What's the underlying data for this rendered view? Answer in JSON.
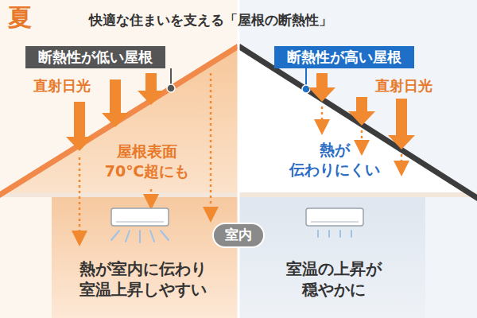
{
  "diagram": {
    "title": "快適な住まいを支える「屋根の断熱性」",
    "nodes": [
      {
        "text": [
          "断熱性が低い屋根"
        ]
      },
      {
        "text": [
          "断熱性が高い屋根"
        ]
      },
      {
        "text": [
          "室内"
        ]
      }
    ],
    "labels": [
      "夏",
      "直射日光",
      "屋根表面 70℃超にも",
      "熱が室内に伝わり 室温上昇しやすい",
      "直射日光",
      "熱が 伝わりにくい",
      "室温の上昇が 穏やかに"
    ]
  }
}
